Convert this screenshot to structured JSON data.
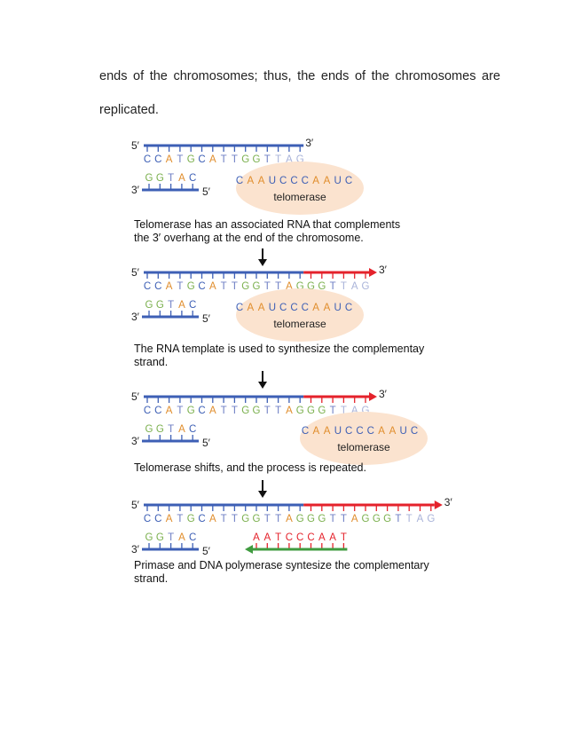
{
  "page": {
    "line1": "ends of the chromosomes; thus, the ends of the chromosomes are",
    "line2": "replicated."
  },
  "labels": {
    "five_prime": "5′",
    "three_prime": "3′",
    "telomerase": "telomerase"
  },
  "colors": {
    "blue": "#3d5fb5",
    "red": "#e4222b",
    "green": "#3f9b3f",
    "base_C": "#3d5fb5",
    "base_T": "#6f7fc4",
    "base_A": "#e08d2c",
    "base_G": "#7bb04e",
    "base_U": "#3d5fb5",
    "base_faded": "#a9b3d9",
    "ellipse": "#fbe3cf"
  },
  "steps": [
    {
      "top_sequence": "CCATGCATTGGTTAG",
      "bottom_sequence": "GGTAC",
      "rna_sequence": "CAAUCCCAAUC",
      "caption_lines": [
        "Telomerase has an associated RNA that complements",
        "the 3′ overhang at the end of the chromosome."
      ]
    },
    {
      "top_sequence": "CCATGCATTGGTTAGGGTTAG",
      "bottom_sequence": "GGTAC",
      "rna_sequence": "CAAUCCCAAUC",
      "caption_lines": [
        "The RNA template is used to synthesize the complementay",
        "strand."
      ]
    },
    {
      "top_sequence": "CCATGCATTGGTTAGGGTTAG",
      "bottom_sequence": "GGTAC",
      "rna_sequence": "CAAUCCCAAUC",
      "caption_lines": [
        "Telomerase shifts, and the process is repeated."
      ]
    },
    {
      "top_sequence": "CCATGCATTGGTTAGGGTTAGGGTTAG",
      "bottom_sequence": "GGTAC",
      "primer_sequence": "AATCCCAAT",
      "caption_lines": [
        "Primase and DNA polymerase syntesize the complementary",
        "strand."
      ]
    }
  ]
}
